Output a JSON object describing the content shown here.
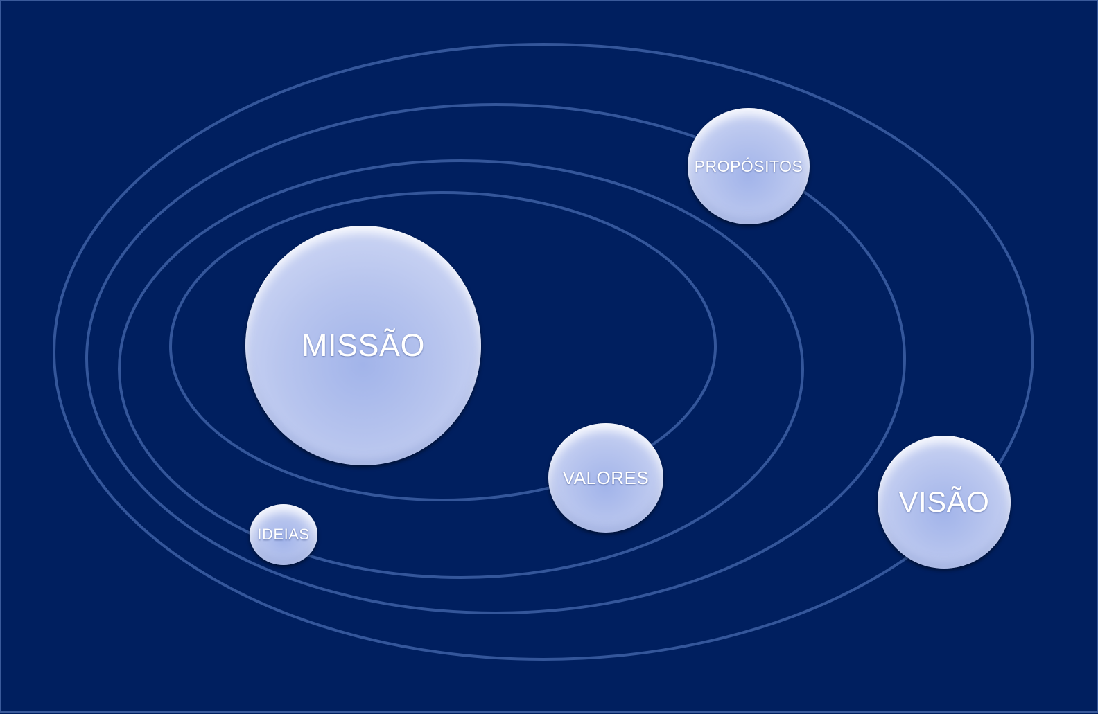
{
  "colors": {
    "background": "#001f5f",
    "orbit": "#34569a",
    "border": "#3a5a9a",
    "planet_text": "#ffffff"
  },
  "planets": {
    "missao": {
      "label": "MISSÃO"
    },
    "propositos": {
      "label": "PROPÓSITOS"
    },
    "valores": {
      "label": "VALORES"
    },
    "visao": {
      "label": "VISÃO"
    },
    "ideias": {
      "label": "IDEIAS"
    }
  }
}
